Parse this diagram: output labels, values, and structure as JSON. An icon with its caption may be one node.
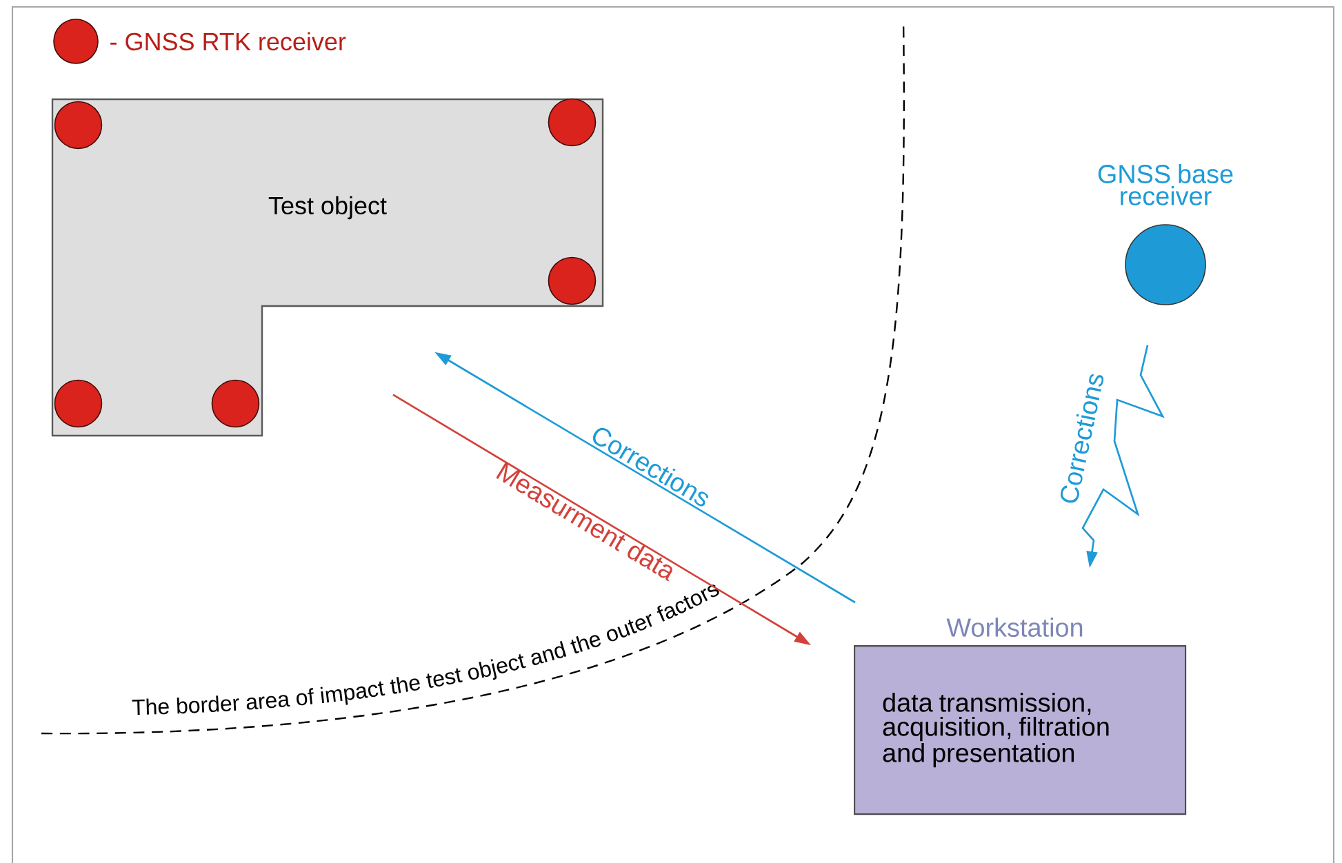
{
  "diagram": {
    "nodes": [
      {
        "text": [
          "Test object"
        ]
      },
      {
        "text": [],
        "shape": "circle",
        "in": 0
      },
      {
        "text": [],
        "shape": "circle",
        "in": 0
      },
      {
        "text": [],
        "shape": "circle",
        "in": 0
      },
      {
        "text": [],
        "shape": "circle",
        "in": 0
      },
      {
        "text": [],
        "shape": "circle",
        "in": 0
      },
      {
        "text": [
          "GNSS base receiver"
        ]
      },
      {
        "text": [
          "Workstation",
          "data transmission, acquisition, filtration and presentation"
        ]
      }
    ],
    "edges": [
      {
        "from": 7,
        "to": 0,
        "arrow": "to",
        "label": "Corrections",
        "color": "#1e9bd7"
      },
      {
        "from": 0,
        "to": 7,
        "arrow": "to",
        "label": "Measurment data",
        "color": "#d2423a"
      },
      {
        "from": 6,
        "to": 7,
        "arrow": "to",
        "label": "Corrections",
        "color": "#1e9bd7"
      }
    ],
    "labels": [
      "The border area of impact the test object and the outer factors"
    ],
    "legend": [
      {
        "text": "- GNSS RTK receiver",
        "color": "#d9231c"
      }
    ]
  }
}
